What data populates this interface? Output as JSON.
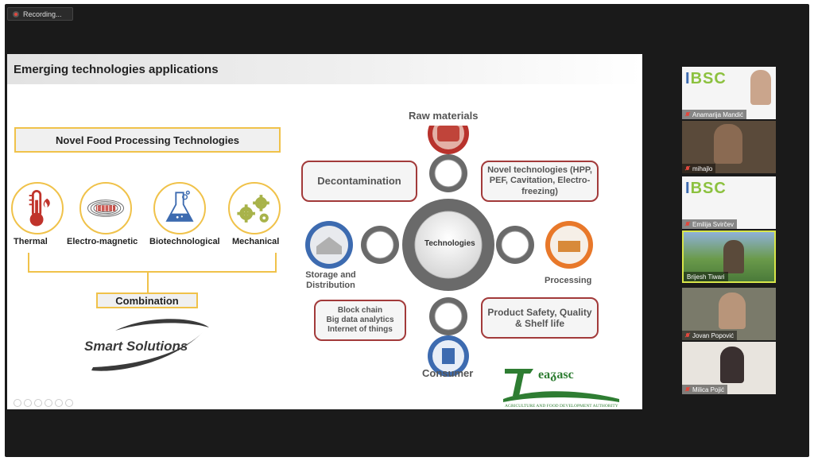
{
  "recording": {
    "label": "Recording..."
  },
  "slide": {
    "title": "Emerging technologies applications",
    "novel_box": "Novel Food Processing Technologies",
    "categories": [
      {
        "label": "Thermal",
        "icon": "thermometer-icon"
      },
      {
        "label": "Electro-magnetic",
        "icon": "electromagnet-icon"
      },
      {
        "label": "Biotechnological",
        "icon": "flask-icon"
      },
      {
        "label": "Mechanical",
        "icon": "gears-icon"
      }
    ],
    "combination": "Combination",
    "smart_solutions": "Smart Solutions",
    "diagram": {
      "raw_materials": "Raw materials",
      "technologies": "Technologies",
      "storage": "Storage and Distribution",
      "processing": "Processing",
      "consumer": "Consumer",
      "decontamination": "Decontamination",
      "novel_tech": "Novel technologies (HPP, PEF, Cavitation, Electro-freezing)",
      "blockchain": "Block chain\nBig data analytics\nInternet of things",
      "product_safety": "Product Safety, Quality & Shelf life"
    },
    "logo": {
      "name": "Teagasc",
      "tagline": "Agriculture and Food Development Authority"
    }
  },
  "participants": [
    {
      "name": "Anamarija Mandić",
      "thumb": "ibsc-banner",
      "muted": true
    },
    {
      "name": "mihajlo",
      "thumb": "video",
      "muted": true
    },
    {
      "name": "Emilija Svirčev",
      "thumb": "ibsc-banner",
      "muted": true
    },
    {
      "name": "Brijesh Tiwari",
      "thumb": "video",
      "muted": false,
      "active": true
    },
    {
      "name": "Jovan Popović",
      "thumb": "video",
      "muted": true
    },
    {
      "name": "Milica Pojić",
      "thumb": "video",
      "muted": true
    }
  ],
  "colors": {
    "accent_yellow": "#f0c24a",
    "box_red": "#a23a3a",
    "blue_ring": "#3d6bb0",
    "orange_ring": "#e8782a",
    "red_ring": "#b8322c",
    "active_speaker": "#d8e64a",
    "teagasc_green": "#2e7d32"
  },
  "ibsc_text": "IBSC"
}
